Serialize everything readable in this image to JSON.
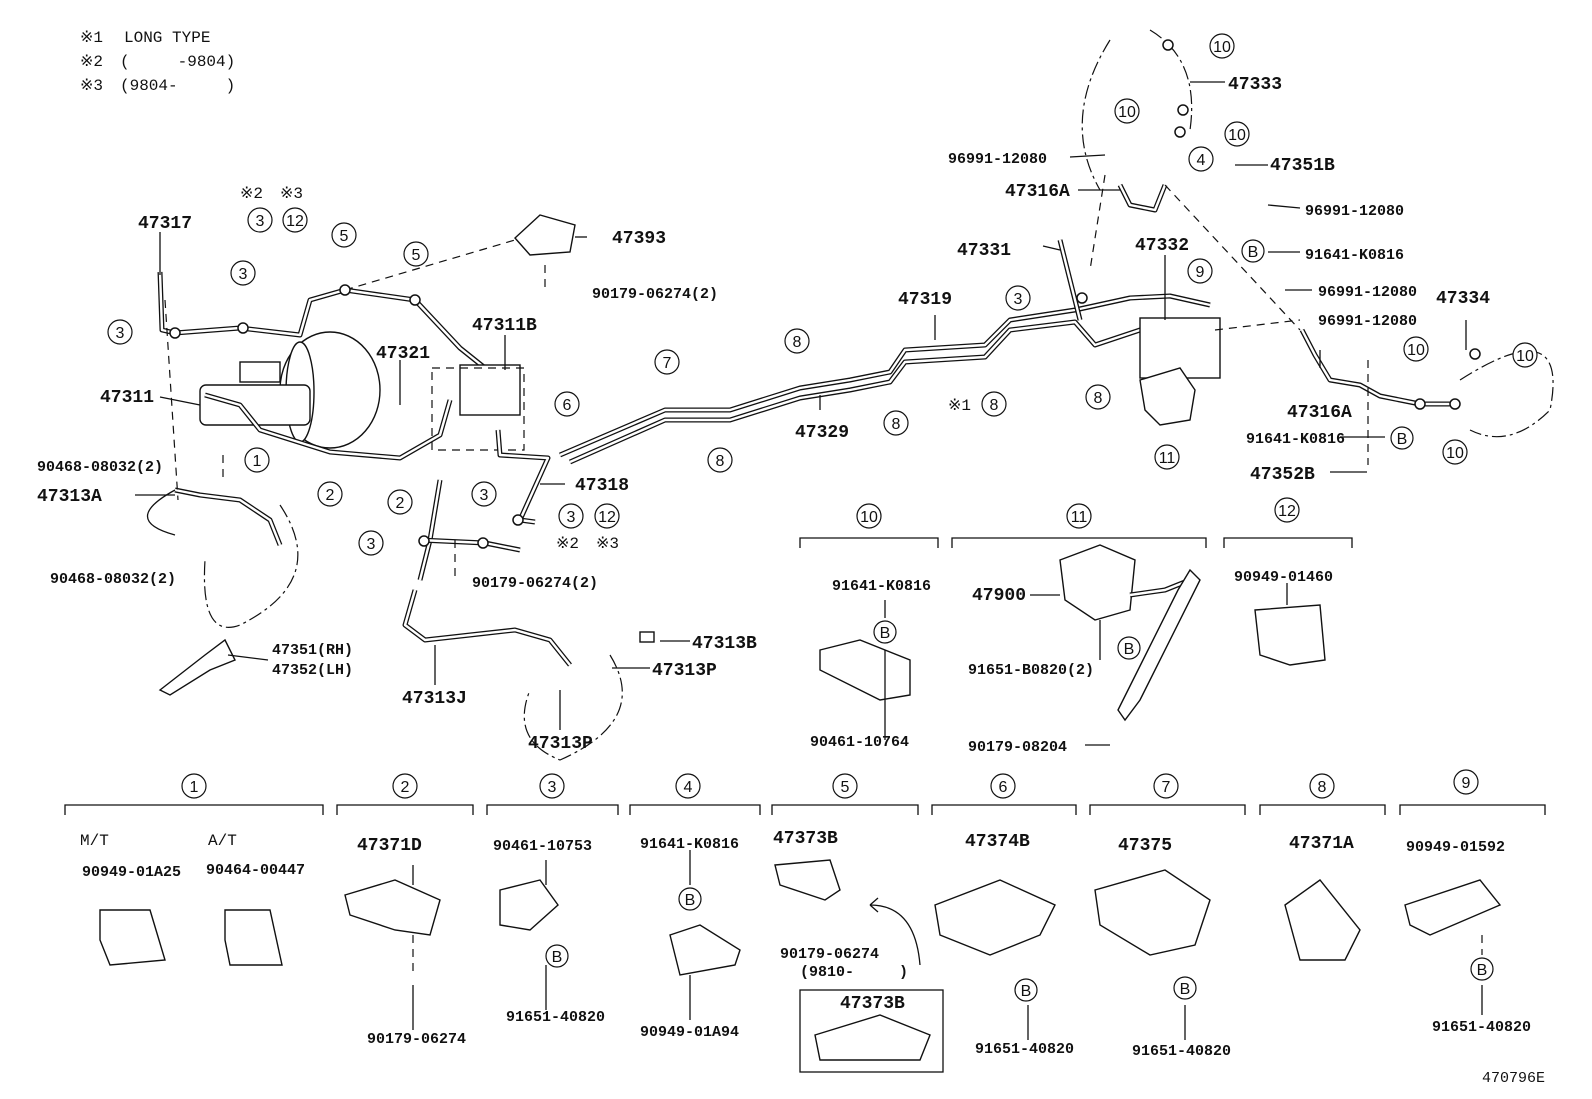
{
  "notes": [
    {
      "mark": "※1",
      "text": "LONG TYPE"
    },
    {
      "mark": "※2",
      "text": "(     -9804)"
    },
    {
      "mark": "※3",
      "text": "(9804-     )"
    }
  ],
  "part_labels": {
    "p47317": "47317",
    "p47311": "47311",
    "p47311b": "47311B",
    "p47321": "47321",
    "p47393": "47393",
    "p90179_top": "90179-06274(2)",
    "p47318": "47318",
    "p47319": "47319",
    "p47329": "47329",
    "p47331": "47331",
    "p47332": "47332",
    "p47333": "47333",
    "p47351b": "47351B",
    "p47316a_top": "47316A",
    "p96991_a": "96991-12080",
    "p96991_b": "96991-12080",
    "p96991_c": "96991-12080",
    "p96991_d": "96991-12080",
    "p91641_right": "91641-K0816",
    "p47334": "47334",
    "p47316a_right": "47316A",
    "p91641_right2": "91641-K0816",
    "p47352b": "47352B",
    "p90468_a": "90468-08032(2)",
    "p47313a": "47313A",
    "p90468_b": "90468-08032(2)",
    "p47351": "47351(RH)",
    "p47352": "47352(LH)",
    "p90179_mid": "90179-06274(2)",
    "p47313b": "47313B",
    "p47313p_a": "47313P",
    "p47313j": "47313J",
    "p47313p_b": "47313P",
    "p91641_g10": "91641-K0816",
    "p90461_g10": "90461-10764",
    "p47900": "47900",
    "p91651_g11": "91651-B0820(2)",
    "p90179_g11": "90179-08204",
    "p90949_g12": "90949-01460"
  },
  "callouts": {
    "c1": "1",
    "c2": "2",
    "c3": "3",
    "c4": "4",
    "c5": "5",
    "c6": "6",
    "c7": "7",
    "c8": "8",
    "c9": "9",
    "c10": "10",
    "c11": "11",
    "c12": "12",
    "b": "B",
    "mark1": "※1",
    "mark2": "※2",
    "mark3": "※3"
  },
  "clamp_groups": {
    "g1": {
      "no": "1",
      "mt": "M/T",
      "at": "A/T",
      "pa": "90949-01A25",
      "pb": "90464-00447"
    },
    "g2": {
      "no": "2",
      "pa": "47371D",
      "pb": "90179-06274"
    },
    "g3": {
      "no": "3",
      "pa": "90461-10753",
      "pb": "91651-40820"
    },
    "g4": {
      "no": "4",
      "pa": "91641-K0816",
      "pb": "90949-01A94"
    },
    "g5": {
      "no": "5",
      "pa": "47373B",
      "pb": "90179-06274",
      "pc": "(9810-     )",
      "pd": "47373B"
    },
    "g6": {
      "no": "6",
      "pa": "47374B",
      "pb": "91651-40820"
    },
    "g7": {
      "no": "7",
      "pa": "47375",
      "pb": "91651-40820"
    },
    "g8": {
      "no": "8",
      "pa": "47371A"
    },
    "g9": {
      "no": "9",
      "pa": "90949-01592",
      "pb": "91651-40820"
    }
  },
  "diagram_code": "470796E"
}
